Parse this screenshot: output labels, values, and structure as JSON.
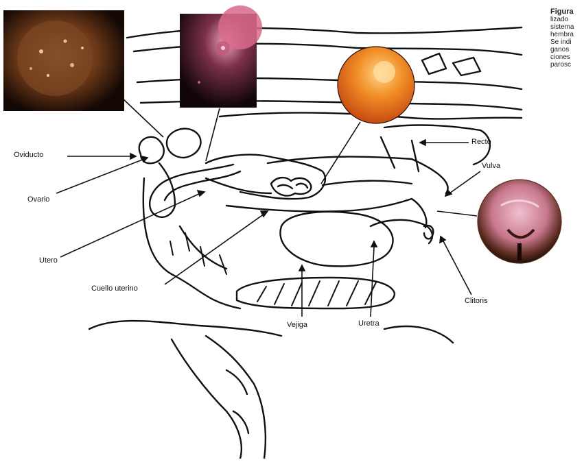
{
  "caption": {
    "title": "Figura",
    "lines": [
      "lizado",
      "sistema",
      "hembra",
      "Se indi",
      "ganos",
      "ciones",
      "parosc"
    ]
  },
  "labels": {
    "oviducto": "Oviducto",
    "ovario": "Ovario",
    "utero": "Utero",
    "cuello_uterino": "Cuello uterino",
    "vejiga": "Vejiga",
    "uretra": "Uretra",
    "recto": "Recto",
    "vulva": "Vulva",
    "clitoris": "Clitoris"
  },
  "colors": {
    "line": "#111111",
    "photo_dark": "#1a0d08",
    "photo_warm": "#8a4a22",
    "photo_pink": "#d86a8a",
    "orange_sphere": "#f08a20",
    "vulva_pink": "#c8788c"
  },
  "insets": {
    "photo_1": "microscopy-photo-ovary",
    "photo_2": "microscopy-photo-oviduct",
    "photo_3": "orange-sphere-photo",
    "photo_4": "vulva-circle-photo"
  }
}
